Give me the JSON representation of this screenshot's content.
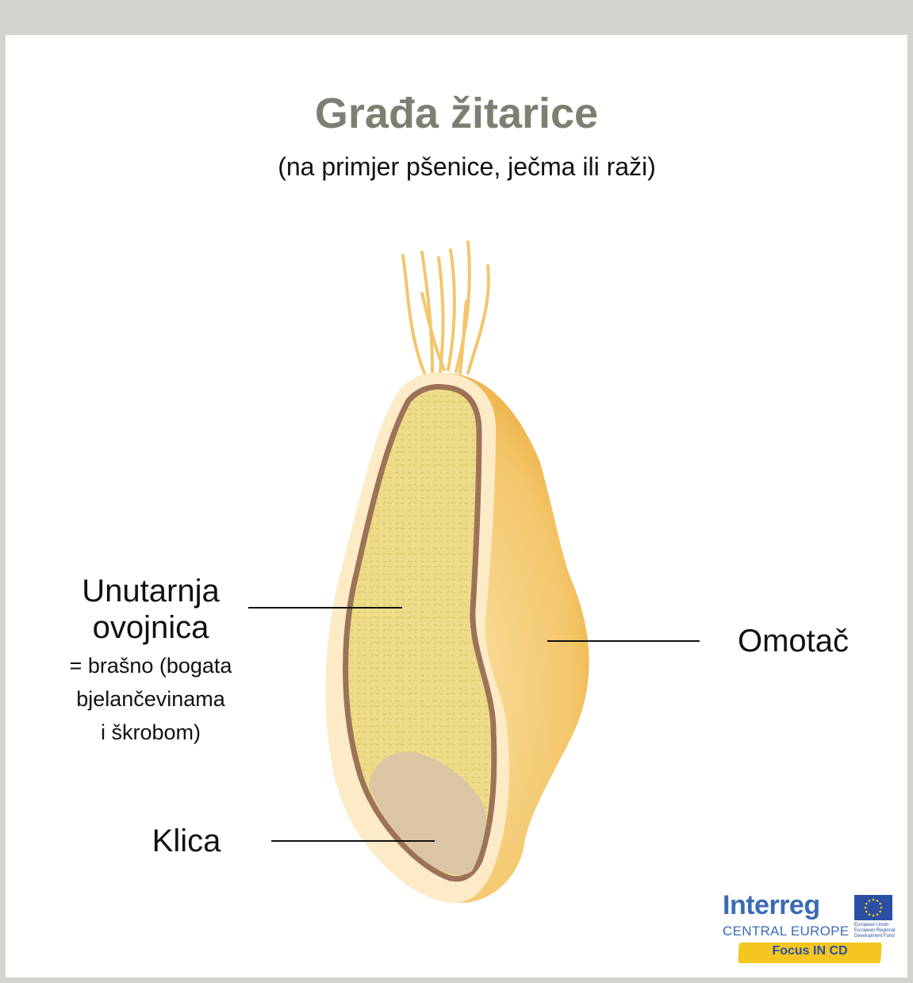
{
  "title": "Građa žitarice",
  "subtitle": "(na primjer pšenice, ječma ili raži)",
  "labels": {
    "inner_layer": {
      "title_line1": "Unutarnja",
      "title_line2": "ovojnica",
      "desc_line1": "= brašno (bogata",
      "desc_line2": "bjelančevinama",
      "desc_line3": "i škrobom)"
    },
    "germ": "Klica",
    "husk": "Omotač"
  },
  "logo": {
    "wordmark": "Interreg",
    "region": "CENTRAL EUROPE",
    "eu_line1": "European Union",
    "eu_line2": "European Regional",
    "eu_line3": "Development Fund",
    "project": "Focus IN CD"
  },
  "colors": {
    "frame": "#d4d4cf",
    "title": "#7f7f71",
    "husk": "#f3c66b",
    "bran": "#fdebc8",
    "seed_coat": "#9c7259",
    "endosperm": "#eedc8a",
    "germ": "#dcc5a4",
    "logo_blue": "#3a6bb5",
    "logo_yellow": "#f4c61f"
  }
}
